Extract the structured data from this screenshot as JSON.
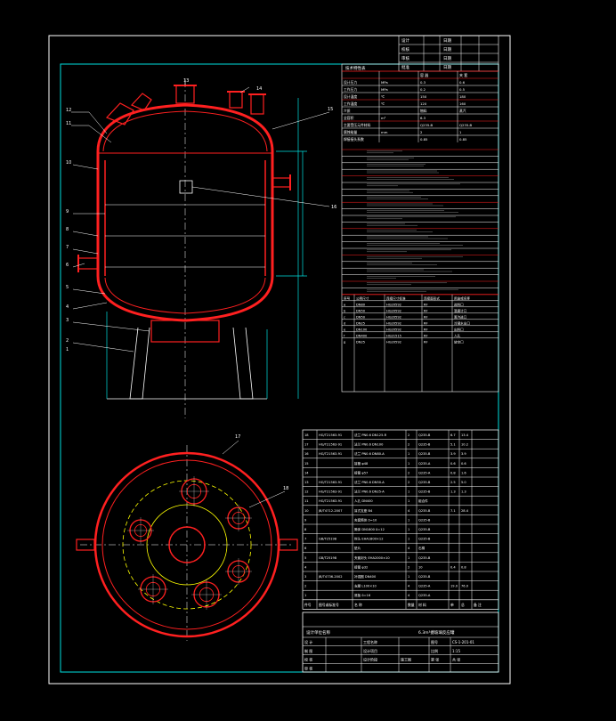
{
  "colors": {
    "background": "#000000",
    "frame": "#ffffff",
    "inner_frame": "#00e0e0",
    "vessel": "#ff2020",
    "centerline": "#ffffff",
    "dimension": "#00e0e0",
    "bolt_circle": "#ffff00",
    "table_line": "#ffffff",
    "table_highlight": "#ff2020"
  },
  "icons": {
    "vessel_elevation": "reactor-vessel-elevation-view",
    "vessel_plan": "reactor-vessel-plan-view",
    "nozzle": "flanged-nozzle-symbol"
  },
  "leader_numbers": {
    "left": [
      "12",
      "11",
      "10",
      "9",
      "8",
      "7",
      "6",
      "5",
      "4",
      "3",
      "2",
      "1"
    ],
    "top": [
      "13",
      "14"
    ],
    "right": [
      "15",
      "16"
    ],
    "plan": [
      "17",
      "18"
    ]
  },
  "top_block": {
    "rows": [
      {
        "label": "设计",
        "signature": "",
        "date": "日期"
      },
      {
        "label": "校核",
        "signature": "",
        "date": "日期"
      },
      {
        "label": "审核",
        "signature": "",
        "date": "日期"
      },
      {
        "label": "批准",
        "signature": "",
        "date": "日期"
      }
    ]
  },
  "design_table": {
    "title": "技术特性表",
    "header": [
      "",
      "容 器",
      "夹 套"
    ],
    "rows": [
      [
        "设计压力",
        "MPa",
        "0.3",
        "0.6"
      ],
      [
        "工作压力",
        "MPa",
        "0.2",
        "0.5"
      ],
      [
        "设计温度",
        "℃",
        "150",
        "180"
      ],
      [
        "工作温度",
        "℃",
        "120",
        "160"
      ],
      [
        "介质",
        "",
        "物料",
        "蒸汽"
      ],
      [
        "全容积",
        "m³",
        "6.3",
        ""
      ],
      [
        "主要受压元件材料",
        "",
        "Q235-B",
        "Q235-B"
      ],
      [
        "腐蚀裕量",
        "mm",
        "2",
        "1"
      ],
      [
        "焊接接头系数",
        "",
        "0.85",
        "0.85"
      ]
    ]
  },
  "nozzle_table": {
    "header": [
      "序号",
      "公称尺寸",
      "连接尺寸标准",
      "连接面形式",
      "用途或名称"
    ],
    "rows": [
      [
        "a",
        "DN80",
        "HG20592",
        "RF",
        "进料口"
      ],
      [
        "b",
        "DN50",
        "HG20592",
        "RF",
        "温度计口"
      ],
      [
        "c",
        "DN50",
        "HG20592",
        "RF",
        "蒸汽进口"
      ],
      [
        "d",
        "DN25",
        "HG20592",
        "RF",
        "冷凝水出口"
      ],
      [
        "e",
        "DN100",
        "HG20592",
        "RF",
        "出料口"
      ],
      [
        "f",
        "DN400",
        "HG21515",
        "RF",
        "人孔"
      ],
      [
        "g",
        "DN25",
        "HG20592",
        "RF",
        "放空口"
      ]
    ]
  },
  "parts_table": {
    "header": [
      "件号",
      "图号或标准号",
      "名 称",
      "数量",
      "材 料",
      "单",
      "总",
      "备 注"
    ],
    "rows": [
      [
        "18",
        "HG/T21563-91",
        "法兰 PN0.6 DN125-R",
        "2",
        "Q235-B",
        "6.7",
        "13.4",
        ""
      ],
      [
        "17",
        "HG/T21563-91",
        "法兰 PN0.6 DN100",
        "2",
        "Q235-B",
        "5.1",
        "10.2",
        ""
      ],
      [
        "16",
        "HG/T21563-91",
        "法兰 PN0.6 DN80-A",
        "1",
        "Q235-B",
        "3.9",
        "3.9",
        ""
      ],
      [
        "15",
        "",
        "接管 φ48",
        "1",
        "Q235-A",
        "0.6",
        "0.6",
        ""
      ],
      [
        "14",
        "",
        "接管 φ57",
        "2",
        "Q235-A",
        "0.8",
        "1.6",
        ""
      ],
      [
        "13",
        "HG/T21563-91",
        "法兰 PN0.6 DN50-A",
        "2",
        "Q235-B",
        "2.5",
        "5.0",
        ""
      ],
      [
        "12",
        "HG/T21563-91",
        "法兰 PN0.6 DN25-A",
        "1",
        "Q235-B",
        "1.3",
        "1.3",
        ""
      ],
      [
        "11",
        "HG/T21563-91",
        "人孔 DN400",
        "1",
        "组合件",
        "",
        "",
        ""
      ],
      [
        "10",
        "JB/T4712-2007",
        "耳式支座 B4",
        "4",
        "Q235-B",
        "7.1",
        "28.4",
        ""
      ],
      [
        "9",
        "",
        "夹套筒体 δ=10",
        "1",
        "Q235-B",
        "",
        "",
        ""
      ],
      [
        "8",
        "",
        "筒体 DN1800 δ=12",
        "1",
        "Q235-B",
        "",
        "",
        ""
      ],
      [
        "7",
        "GB/T25198",
        "封头 EHA1800×12",
        "1",
        "Q235-B",
        "",
        "",
        ""
      ],
      [
        "6",
        "",
        "垫片",
        "4",
        "石棉",
        "",
        "",
        ""
      ],
      [
        "5",
        "GB/T25198",
        "夹套封头 EHA2000×10",
        "1",
        "Q235-B",
        "",
        "",
        ""
      ],
      [
        "4",
        "",
        "接管 φ32",
        "2",
        "10",
        "0.4",
        "0.8",
        ""
      ],
      [
        "3",
        "JB/T4736-2002",
        "补强圈 DN400",
        "1",
        "Q235-B",
        "",
        "",
        ""
      ],
      [
        "2",
        "",
        "支腿 L100×10",
        "4",
        "Q235-A",
        "19.0",
        "76.0",
        ""
      ],
      [
        "1",
        "",
        "底板 δ=16",
        "4",
        "Q235-A",
        "",
        "",
        ""
      ]
    ],
    "footer": [
      "件号",
      "图号或标准号",
      "名 称",
      "数量",
      "材 料",
      "单",
      "总",
      "备 注"
    ]
  },
  "title_block": {
    "project": "设计单位名称",
    "drawing_name": "6.3m³搪玻璃反应罐",
    "rows": [
      [
        "设 计",
        "",
        "工程名称",
        "",
        "图号",
        "CS-1-201-01"
      ],
      [
        "制 图",
        "",
        "设计项目",
        "",
        "比例",
        "1:15"
      ],
      [
        "校 核",
        "",
        "设计阶段",
        "施工图",
        "第 张",
        "共 张"
      ],
      [
        "审 核",
        "",
        "",
        "",
        "",
        ""
      ]
    ]
  }
}
